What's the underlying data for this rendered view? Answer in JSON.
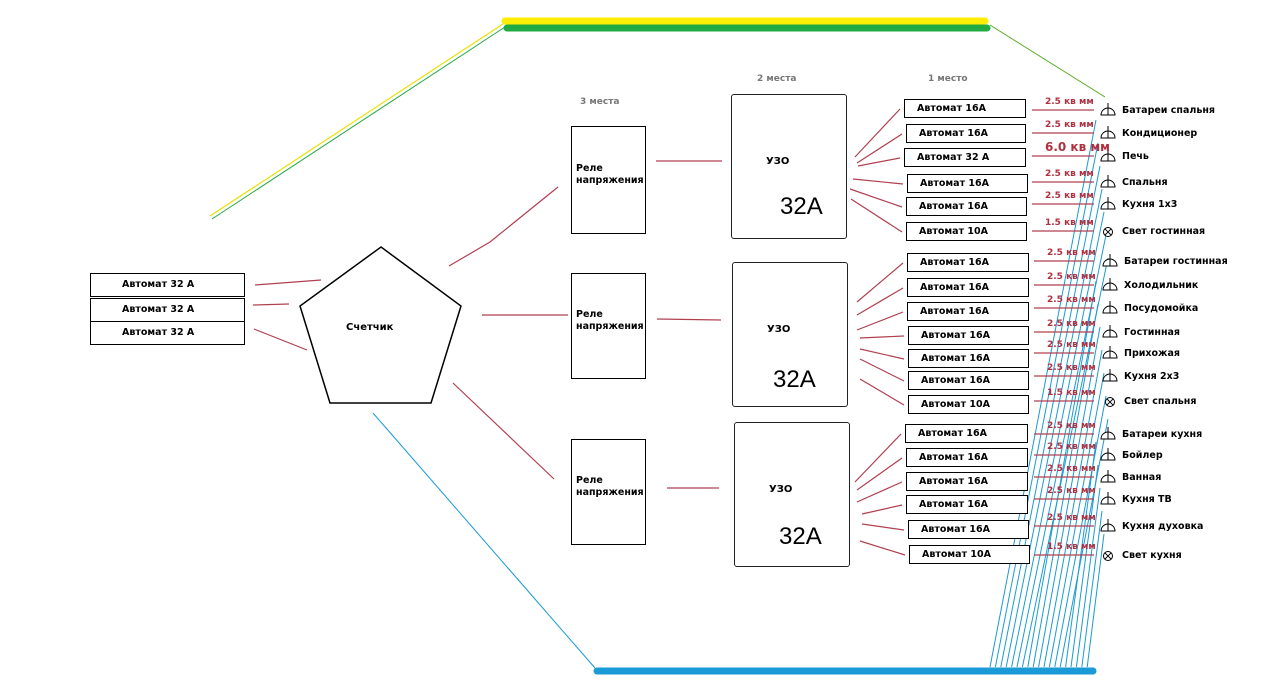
{
  "main_breakers": [
    "Автомат 32 А",
    "Автомат 32 А",
    "Автомат 32 А"
  ],
  "meter": {
    "label": "Счетчик"
  },
  "slot_labels": {
    "relay": "3 места",
    "rcd": "2 места",
    "breaker": "1 место"
  },
  "groups": [
    {
      "relay": {
        "line1": "Реле",
        "line2": "напряжения"
      },
      "rcd": {
        "name": "УЗО",
        "rating": "32А"
      },
      "circuits": [
        {
          "breaker": "Автомат 16А",
          "cable": "2.5 кв мм",
          "load": "Батареи спальня",
          "symbol": "socket"
        },
        {
          "breaker": "Автомат 16А",
          "cable": "2.5 кв мм",
          "load": "Кондиционер",
          "symbol": "socket"
        },
        {
          "breaker": "Автомат 32 А",
          "cable": "6.0 кв мм",
          "load": "Печь",
          "symbol": "socket",
          "highlight": true
        },
        {
          "breaker": "Автомат 16А",
          "cable": "2.5 кв мм",
          "load": "Спальня",
          "symbol": "socket"
        },
        {
          "breaker": "Автомат 16А",
          "cable": "2.5 кв мм",
          "load": "Кухня 1х3",
          "symbol": "socket"
        },
        {
          "breaker": "Автомат 10А",
          "cable": "1.5 кв мм",
          "load": "Свет гостинная",
          "symbol": "lamp"
        }
      ]
    },
    {
      "relay": {
        "line1": "Реле",
        "line2": "напряжения"
      },
      "rcd": {
        "name": "УЗО",
        "rating": "32А"
      },
      "circuits": [
        {
          "breaker": "Автомат 16А",
          "cable": "2.5 кв мм",
          "load": "Батареи гостинная",
          "symbol": "socket"
        },
        {
          "breaker": "Автомат 16А",
          "cable": "2.5 кв мм",
          "load": "Холодильник",
          "symbol": "socket"
        },
        {
          "breaker": "Автомат 16А",
          "cable": "2.5 кв мм",
          "load": "Посудомойка",
          "symbol": "socket"
        },
        {
          "breaker": "Автомат 16А",
          "cable": "2.5 кв мм",
          "load": "Гостинная",
          "symbol": "socket"
        },
        {
          "breaker": "Автомат 16А",
          "cable": "2.5 кв мм",
          "load": "Прихожая",
          "symbol": "socket"
        },
        {
          "breaker": "Автомат 16А",
          "cable": "2.5 кв мм",
          "load": "Кухня 2х3",
          "symbol": "socket"
        },
        {
          "breaker": "Автомат 10А",
          "cable": "1.5 кв мм",
          "load": "Свет спальня",
          "symbol": "lamp"
        }
      ]
    },
    {
      "relay": {
        "line1": "Реле",
        "line2": "напряжения"
      },
      "rcd": {
        "name": "УЗО",
        "rating": "32А"
      },
      "circuits": [
        {
          "breaker": "Автомат 16А",
          "cable": "2.5 кв мм",
          "load": "Батареи кухня",
          "symbol": "socket"
        },
        {
          "breaker": "Автомат 16А",
          "cable": "2.5 кв мм",
          "load": "Бойлер",
          "symbol": "socket"
        },
        {
          "breaker": "Автомат 16А",
          "cable": "2.5 кв мм",
          "load": "Ванная",
          "symbol": "socket"
        },
        {
          "breaker": "Автомат 16А",
          "cable": "2.5 кв мм",
          "load": "Кухня ТВ",
          "symbol": "socket"
        },
        {
          "breaker": "Автомат 16А",
          "cable": "2.5 кв мм",
          "load": "Кухня духовка",
          "symbol": "socket"
        },
        {
          "breaker": "Автомат 10А",
          "cable": "1.5 кв мм",
          "load": "Свет кухня",
          "symbol": "lamp"
        }
      ]
    }
  ],
  "colors": {
    "phase_wire": "#b04050",
    "earth_yellow": "#ffee00",
    "earth_green": "#22aa44",
    "neutral_blue": "#1a9ad6",
    "cable_label": "#b03040",
    "slot_label": "#777777"
  }
}
